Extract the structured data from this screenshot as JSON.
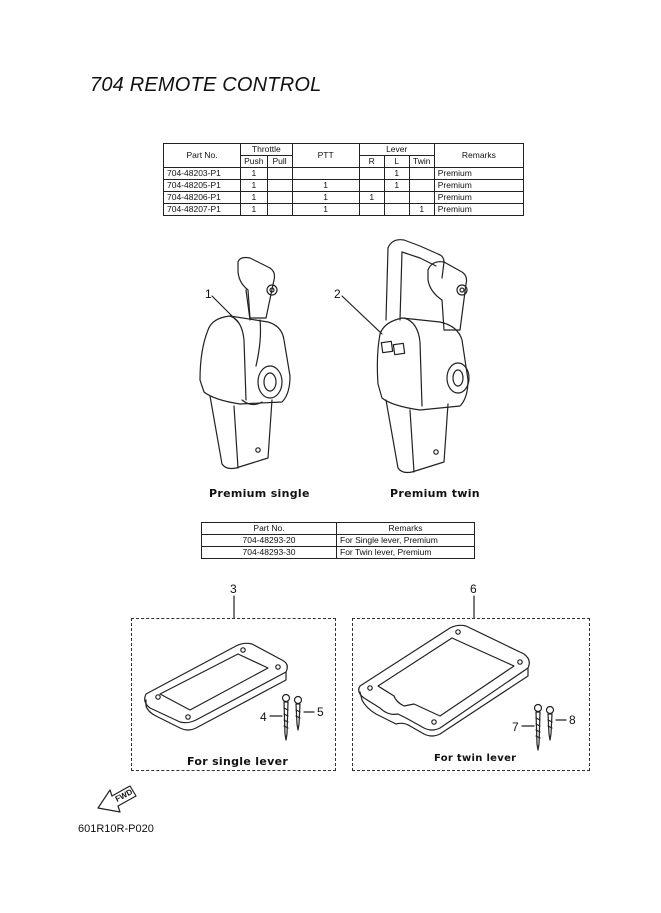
{
  "title": "704 REMOTE CONTROL",
  "table1": {
    "headers": {
      "part_no": "Part No.",
      "throttle": "Throttle",
      "push": "Push",
      "pull": "Pull",
      "ptt": "PTT",
      "lever": "Lever",
      "r": "R",
      "l": "L",
      "twin": "Twin",
      "remarks": "Remarks"
    },
    "rows": [
      {
        "part": "704-48203-P1",
        "push": "1",
        "pull": "",
        "ptt": "",
        "r": "",
        "l": "1",
        "twin": "",
        "remarks": "Premium"
      },
      {
        "part": "704-48205-P1",
        "push": "1",
        "pull": "",
        "ptt": "1",
        "r": "",
        "l": "1",
        "twin": "",
        "remarks": "Premium"
      },
      {
        "part": "704-48206-P1",
        "push": "1",
        "pull": "",
        "ptt": "1",
        "r": "1",
        "l": "",
        "twin": "",
        "remarks": "Premium"
      },
      {
        "part": "704-48207-P1",
        "push": "1",
        "pull": "",
        "ptt": "1",
        "r": "",
        "l": "",
        "twin": "1",
        "remarks": "Premium"
      }
    ]
  },
  "callouts": {
    "c1": "1",
    "c2": "2",
    "c3": "3",
    "c4": "4",
    "c5": "5",
    "c6": "6",
    "c7": "7",
    "c8": "8"
  },
  "captions": {
    "premium_single": "Premium single",
    "premium_twin": "Premium twin",
    "single_lever": "For single lever",
    "twin_lever": "For twin lever"
  },
  "table2": {
    "headers": {
      "part_no": "Part No.",
      "remarks": "Remarks"
    },
    "rows": [
      {
        "part": "704-48293-20",
        "remarks": "For Single lever, Premium"
      },
      {
        "part": "704-48293-30",
        "remarks": "For Twin lever, Premium"
      }
    ]
  },
  "fwd_label": "FWD",
  "diagram_code": "601R10R-P020"
}
